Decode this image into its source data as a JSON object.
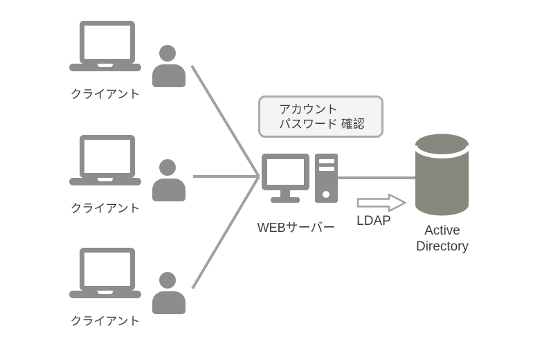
{
  "diagram": {
    "clients": [
      {
        "label": "クライアント"
      },
      {
        "label": "クライアント"
      },
      {
        "label": "クライアント"
      }
    ],
    "callout": {
      "line1": "アカウント",
      "line2": "パスワード  確認"
    },
    "server": {
      "label": "WEBサーバー"
    },
    "protocol": {
      "label": "LDAP"
    },
    "directory": {
      "label_line1": "Active",
      "label_line2": "Directory"
    },
    "colors": {
      "icon_gray": "#8d8d8d",
      "line_gray": "#a1a1a1",
      "cylinder_gray": "#87877d",
      "text_dark": "#3a3a38",
      "callout_bg": "#f4f4f2",
      "callout_border": "#ababab"
    }
  }
}
